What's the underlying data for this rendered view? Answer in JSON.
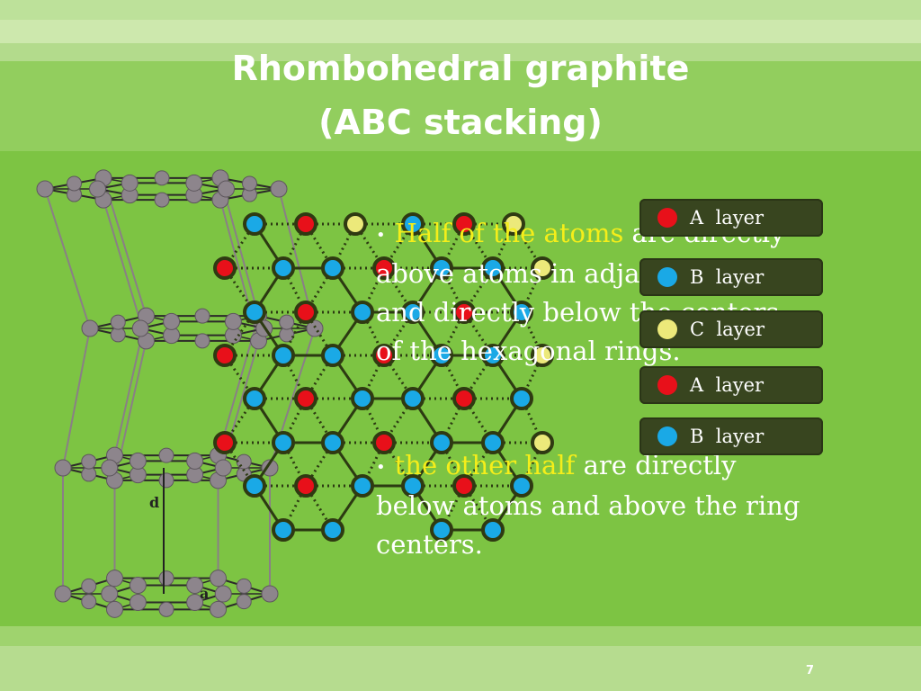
{
  "slide": {
    "title_line1": "Rhombohedral graphite",
    "title_line2": "(ABC stacking)",
    "page_number": "7"
  },
  "text": {
    "bullet": "•",
    "p1_highlight": "Half of the atoms",
    "p1_rest": " are directly above atoms in adjacent plane and directly below the centers of the hexagonal rings.",
    "p2_highlight": "the other half",
    "p2_rest": " are directly below atoms and above the ring centers."
  },
  "legend": [
    {
      "label": "A  layer",
      "color": "#e8101a"
    },
    {
      "label": "B  layer",
      "color": "#1aa9e6"
    },
    {
      "label": "C  layer",
      "color": "#ece97a"
    },
    {
      "label": "A  layer",
      "color": "#e8101a"
    },
    {
      "label": "B  layer",
      "color": "#1aa9e6"
    }
  ],
  "diagram_labels": {
    "d": "d",
    "a": "a"
  },
  "colors": {
    "atom_a": "#e8101a",
    "atom_b": "#1aa9e6",
    "atom_c": "#ece97a",
    "highlight": "#f5ee1a"
  }
}
